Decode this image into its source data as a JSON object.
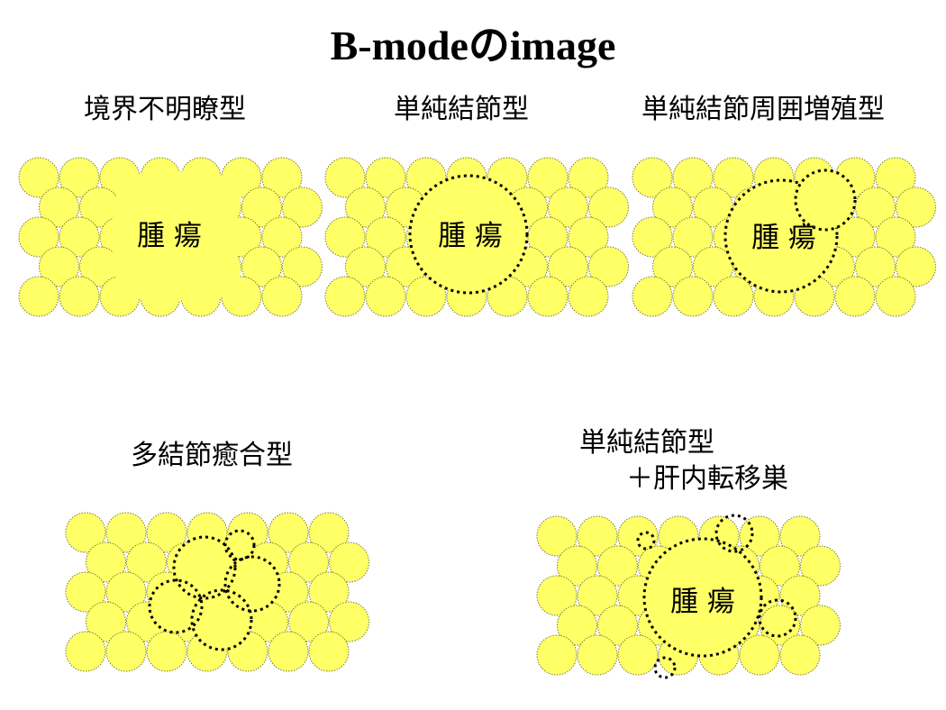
{
  "title": "B-modeのimage",
  "tumor_label": "腫 瘍",
  "colors": {
    "cell_fill": "#ffff66",
    "cell_stroke": "#7a7a40",
    "outline": "#000000"
  },
  "panels": [
    {
      "label": "境界不明瞭型"
    },
    {
      "label": "単純結節型"
    },
    {
      "label": "単純結節周囲増殖型"
    },
    {
      "label": "多結節癒合型"
    },
    {
      "label_lines": [
        "単純結節型",
        "＋肝内転移巣"
      ]
    }
  ]
}
